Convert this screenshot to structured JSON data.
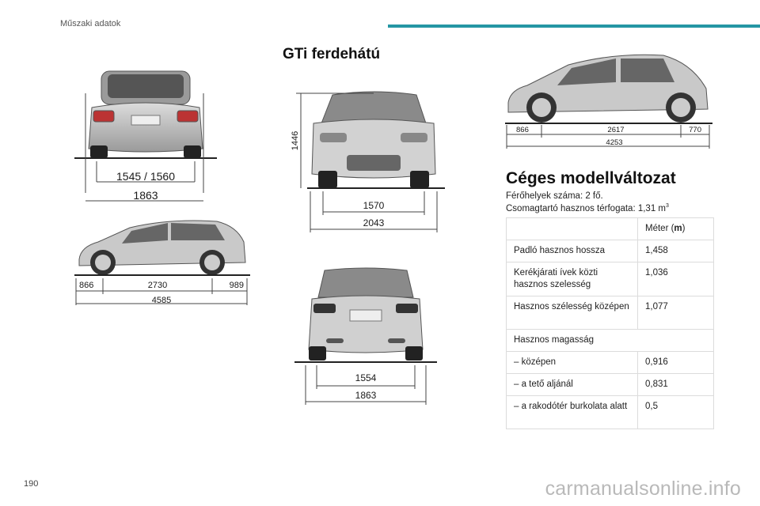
{
  "header": {
    "section_label": "Műszaki adatok"
  },
  "page_number": "190",
  "watermark": "carmanualsonline.info",
  "title": "GTi ferdehátú",
  "drawings": {
    "sw_rear": {
      "track": "1545 / 1560",
      "width": "1863"
    },
    "sw_side": {
      "front_overhang": "866",
      "wheelbase": "2730",
      "rear_overhang": "989",
      "length": "4585"
    },
    "hatch_front": {
      "height": "1446",
      "track": "1570",
      "width_mirrors": "2043"
    },
    "hatch_rear": {
      "track": "1554",
      "width": "1863"
    },
    "hatch_side": {
      "front_overhang": "866",
      "wheelbase": "2617",
      "rear_overhang": "770",
      "length": "4253"
    }
  },
  "company": {
    "title": "Céges modellváltozat",
    "seats": "Férőhelyek száma: 2 fő.",
    "volume": "Csomagtartó hasznos térfogata: 1,31 m",
    "volume_unit_sup": "3",
    "table": {
      "unit_header_prefix": "Méter (",
      "unit_header_bold": "m",
      "unit_header_suffix": ")",
      "rows": [
        {
          "label": "Padló hasznos hossza",
          "value": "1,458"
        },
        {
          "label": "Kerékjárati ívek közti hasznos szelesség",
          "value": "1,036"
        },
        {
          "label": "Hasznos szélesség középen",
          "value": "1,077"
        },
        {
          "label": "Hasznos magasság",
          "value": ""
        },
        {
          "label": "–  középen",
          "value": "0,916"
        },
        {
          "label": "–  a tető aljánál",
          "value": "0,831"
        },
        {
          "label": "–  a rakodótér burkolata alatt",
          "value": "0,5"
        }
      ]
    }
  }
}
